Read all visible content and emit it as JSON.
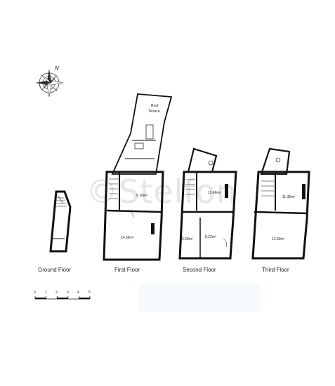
{
  "compass": {
    "north_label": "N"
  },
  "watermark": {
    "text": "©Stelfon"
  },
  "floors": [
    {
      "label": "Ground Floor"
    },
    {
      "label": "First Floor"
    },
    {
      "label": "Second Floor"
    },
    {
      "label": "Third Floor"
    }
  ],
  "rooms": {
    "roof_terrace": "Roof\nTerrace",
    "first_back": "9.10m²",
    "first_front": "14.58m²",
    "second_back": "10.46m²",
    "second_front_left": "6.69m²",
    "second_front_right": "8.22m²",
    "third_back": "11.35m²",
    "third_front": "12.90m²"
  },
  "scale_bar": {
    "ticks": [
      "0",
      "1",
      "2",
      "3",
      "4",
      "5"
    ]
  }
}
